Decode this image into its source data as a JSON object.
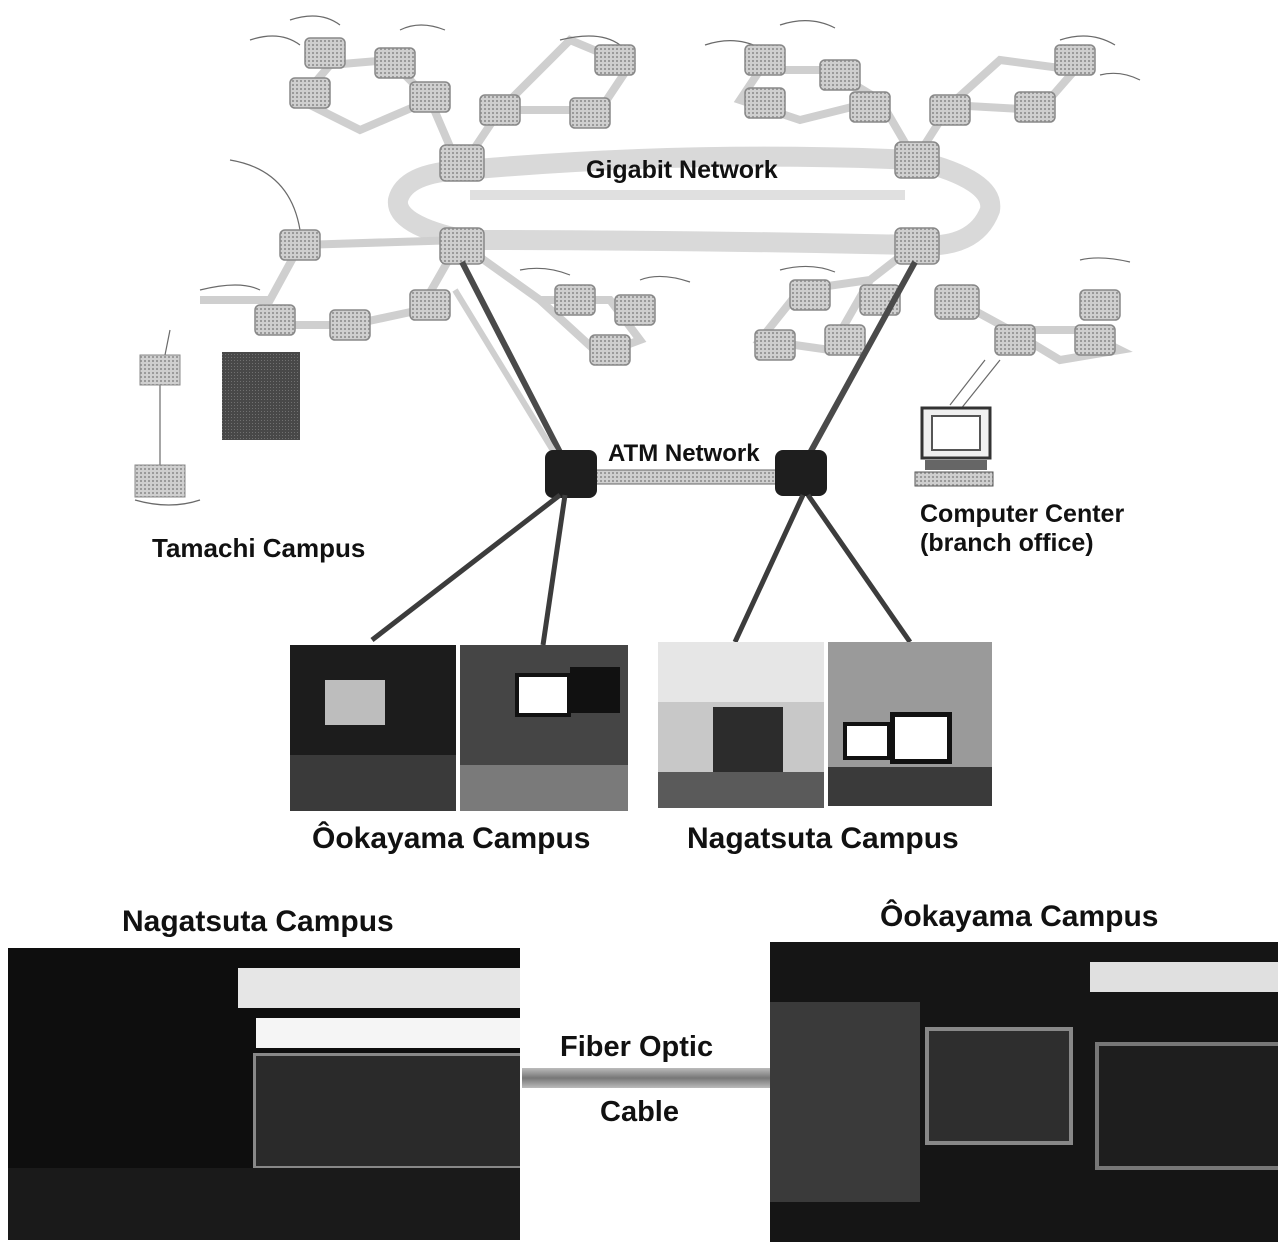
{
  "labels": {
    "gigabit_network": "Gigabit Network",
    "atm_network": "ATM Network",
    "computer_center": "Computer Center",
    "computer_center_sub": "(branch office)",
    "tamachi": "Tamachi Campus",
    "ookayama_top": "Ôokayama Campus",
    "nagatsuta_top": "Nagatsuta Campus",
    "nagatsuta_bottom": "Nagatsuta Campus",
    "ookayama_bottom": "Ôokayama Campus",
    "fiber_optic": "Fiber Optic",
    "cable": "Cable"
  },
  "colors": {
    "ring": "#d4d4d4",
    "node": "#9a9a9a",
    "atm_node": "#1e1e1e",
    "link": "#444444",
    "photo_dark": "#2a2a2a"
  }
}
